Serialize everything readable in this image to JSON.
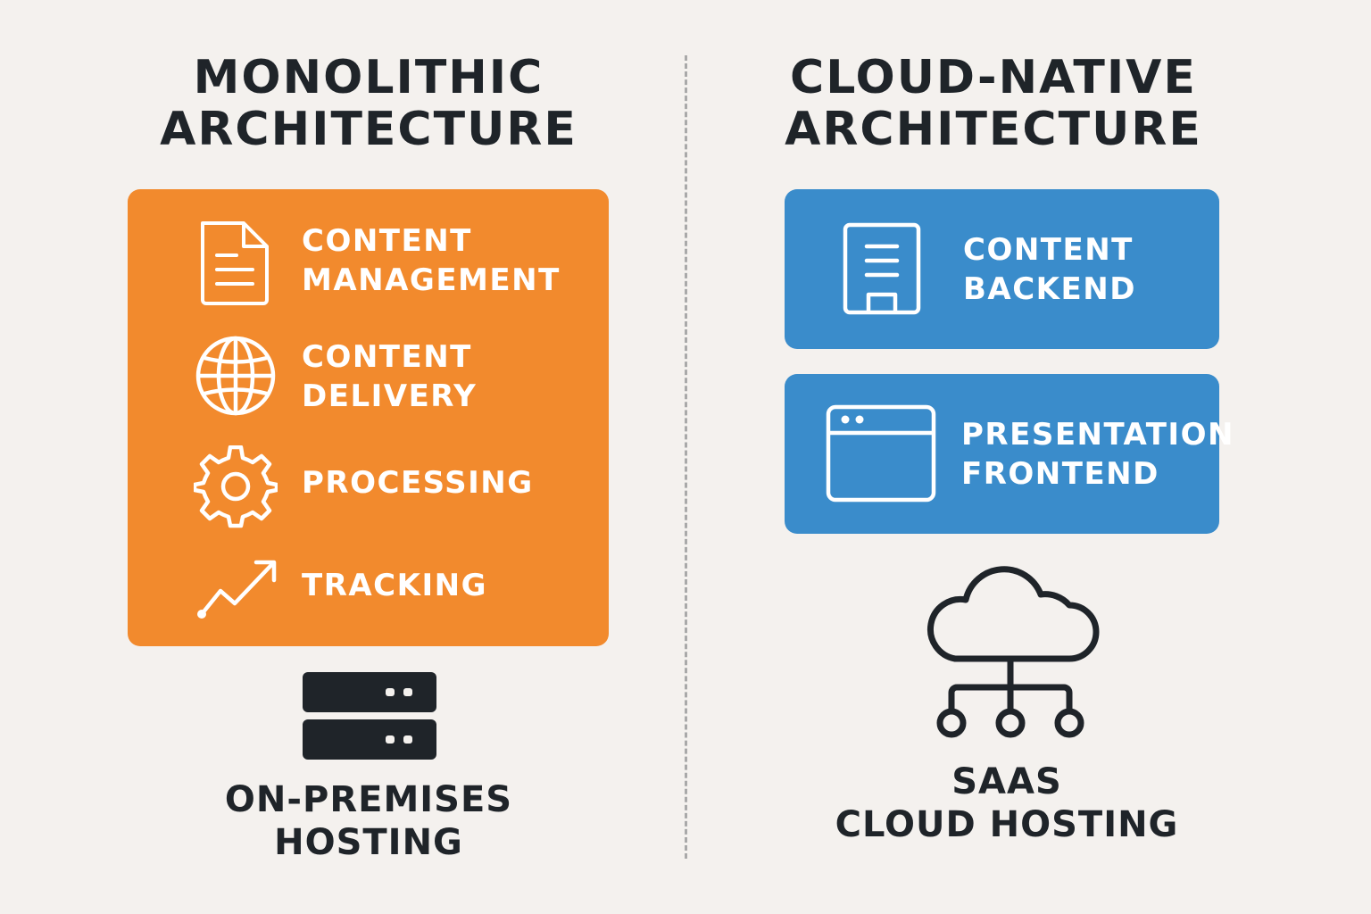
{
  "left": {
    "title_line1": "MONOLITHIC",
    "title_line2": "ARCHITECTURE",
    "box_color": "#f28a2d",
    "items": [
      {
        "icon": "document-icon",
        "line1": "CONTENT",
        "line2": "MANAGEMENT"
      },
      {
        "icon": "globe-icon",
        "line1": "CONTENT",
        "line2": "DELIVERY"
      },
      {
        "icon": "gear-icon",
        "line1": "PROCESSING"
      },
      {
        "icon": "trend-up-icon",
        "line1": "TRACKING"
      }
    ],
    "hosting": {
      "icon": "server-icon",
      "line1": "ON-PREMISES",
      "line2": "HOSTING"
    }
  },
  "right": {
    "title_line1": "CLOUD-NATIVE",
    "title_line2": "ARCHITECTURE",
    "box_color": "#3a8ccb",
    "items": [
      {
        "icon": "backend-document-icon",
        "line1": "CONTENT",
        "line2": "BACKEND"
      },
      {
        "icon": "browser-window-icon",
        "line1": "PRESENTATION",
        "line2": "FRONTEND"
      }
    ],
    "hosting": {
      "icon": "cloud-network-icon",
      "line1": "SAAS",
      "line2": "CLOUD HOSTING"
    }
  }
}
